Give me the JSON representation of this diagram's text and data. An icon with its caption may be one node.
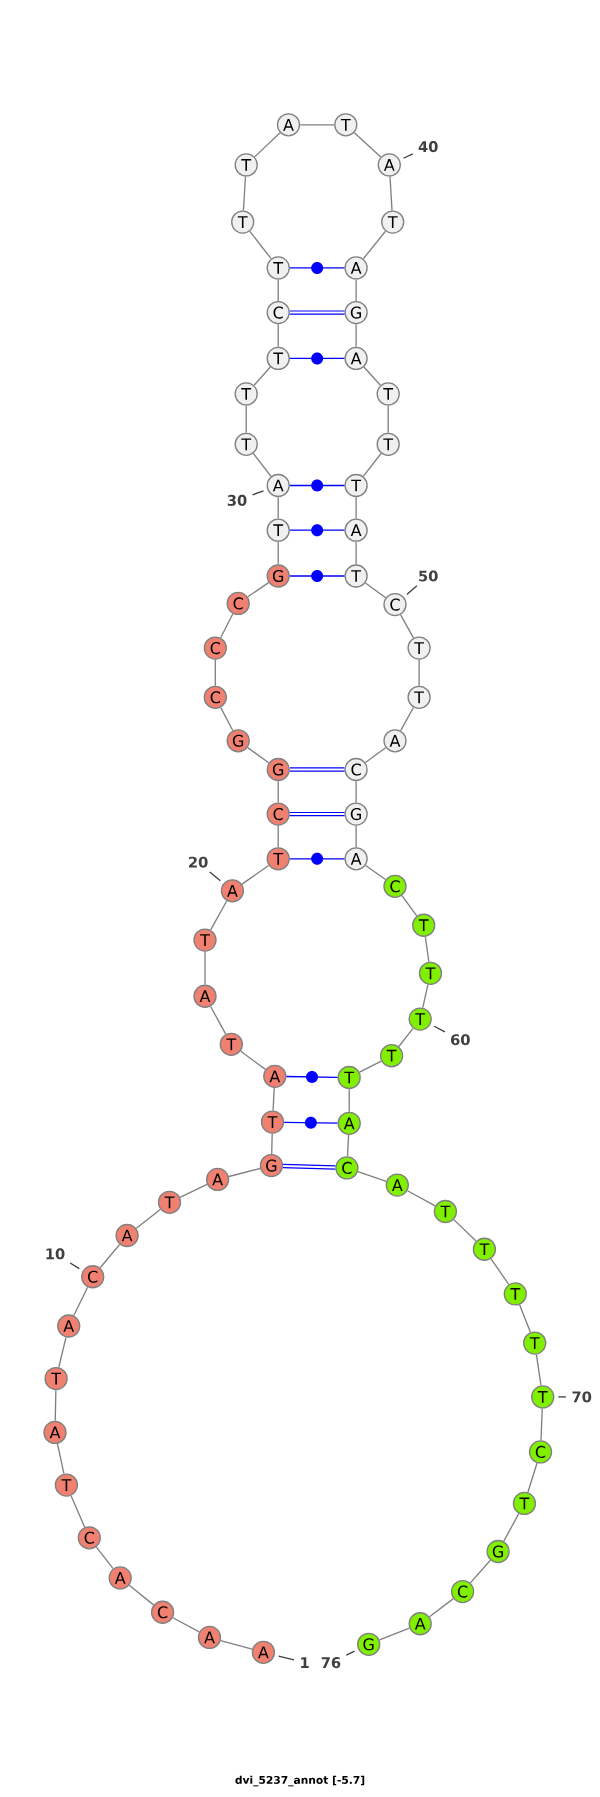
{
  "diagram": {
    "caption": "dvi_5237_annot [-5.7]",
    "nodes": [
      {
        "text": [
          "A"
        ]
      },
      {
        "text": [
          "A"
        ]
      },
      {
        "text": [
          "C"
        ]
      },
      {
        "text": [
          "A"
        ]
      },
      {
        "text": [
          "C"
        ]
      },
      {
        "text": [
          "T"
        ]
      },
      {
        "text": [
          "A"
        ]
      },
      {
        "text": [
          "T"
        ]
      },
      {
        "text": [
          "A"
        ]
      },
      {
        "text": [
          "C"
        ]
      },
      {
        "text": [
          "A"
        ]
      },
      {
        "text": [
          "T"
        ]
      },
      {
        "text": [
          "A"
        ]
      },
      {
        "text": [
          "G"
        ]
      },
      {
        "text": [
          "T"
        ]
      },
      {
        "text": [
          "A"
        ]
      },
      {
        "text": [
          "T"
        ]
      },
      {
        "text": [
          "A"
        ]
      },
      {
        "text": [
          "T"
        ]
      },
      {
        "text": [
          "A"
        ]
      },
      {
        "text": [
          "T"
        ]
      },
      {
        "text": [
          "C"
        ]
      },
      {
        "text": [
          "G"
        ]
      },
      {
        "text": [
          "G"
        ]
      },
      {
        "text": [
          "C"
        ]
      },
      {
        "text": [
          "C"
        ]
      },
      {
        "text": [
          "C"
        ]
      },
      {
        "text": [
          "G"
        ]
      },
      {
        "text": [
          "T"
        ]
      },
      {
        "text": [
          "A"
        ]
      },
      {
        "text": [
          "T"
        ]
      },
      {
        "text": [
          "T"
        ]
      },
      {
        "text": [
          "T"
        ]
      },
      {
        "text": [
          "C"
        ]
      },
      {
        "text": [
          "T"
        ]
      },
      {
        "text": [
          "T"
        ]
      },
      {
        "text": [
          "T"
        ]
      },
      {
        "text": [
          "A"
        ]
      },
      {
        "text": [
          "T"
        ]
      },
      {
        "text": [
          "A"
        ]
      },
      {
        "text": [
          "T"
        ]
      },
      {
        "text": [
          "A"
        ]
      },
      {
        "text": [
          "G"
        ]
      },
      {
        "text": [
          "A"
        ]
      },
      {
        "text": [
          "T"
        ]
      },
      {
        "text": [
          "T"
        ]
      },
      {
        "text": [
          "T"
        ]
      },
      {
        "text": [
          "A"
        ]
      },
      {
        "text": [
          "T"
        ]
      },
      {
        "text": [
          "C"
        ]
      },
      {
        "text": [
          "T"
        ]
      },
      {
        "text": [
          "T"
        ]
      },
      {
        "text": [
          "A"
        ]
      },
      {
        "text": [
          "C"
        ]
      },
      {
        "text": [
          "G"
        ]
      },
      {
        "text": [
          "A"
        ]
      },
      {
        "text": [
          "C"
        ]
      },
      {
        "text": [
          "T"
        ]
      },
      {
        "text": [
          "T"
        ]
      },
      {
        "text": [
          "T"
        ]
      },
      {
        "text": [
          "T"
        ]
      },
      {
        "text": [
          "T"
        ]
      },
      {
        "text": [
          "A"
        ]
      },
      {
        "text": [
          "C"
        ]
      },
      {
        "text": [
          "A"
        ]
      },
      {
        "text": [
          "T"
        ]
      },
      {
        "text": [
          "T"
        ]
      },
      {
        "text": [
          "T"
        ]
      },
      {
        "text": [
          "T"
        ]
      },
      {
        "text": [
          "T"
        ]
      },
      {
        "text": [
          "C"
        ]
      },
      {
        "text": [
          "T"
        ]
      },
      {
        "text": [
          "G"
        ]
      },
      {
        "text": [
          "C"
        ]
      },
      {
        "text": [
          "A"
        ]
      },
      {
        "text": [
          "G"
        ]
      },
      {
        "text": [
          "10"
        ]
      },
      {
        "text": [
          "20"
        ]
      },
      {
        "text": [
          "30"
        ]
      },
      {
        "text": [
          "40"
        ]
      },
      {
        "text": [
          "50"
        ]
      },
      {
        "text": [
          "60"
        ]
      },
      {
        "text": [
          "70"
        ]
      },
      {
        "text": [
          "1"
        ]
      },
      {
        "text": [
          "76"
        ]
      }
    ],
    "edges": [
      {
        "from": 0,
        "to": 1,
        "arrow": "none"
      },
      {
        "from": 1,
        "to": 2,
        "arrow": "none"
      },
      {
        "from": 2,
        "to": 3,
        "arrow": "none"
      },
      {
        "from": 3,
        "to": 4,
        "arrow": "none"
      },
      {
        "from": 4,
        "to": 5,
        "arrow": "none"
      },
      {
        "from": 5,
        "to": 6,
        "arrow": "none"
      },
      {
        "from": 6,
        "to": 7,
        "arrow": "none"
      },
      {
        "from": 7,
        "to": 8,
        "arrow": "none"
      },
      {
        "from": 8,
        "to": 9,
        "arrow": "none"
      },
      {
        "from": 9,
        "to": 10,
        "arrow": "none"
      },
      {
        "from": 10,
        "to": 11,
        "arrow": "none"
      },
      {
        "from": 11,
        "to": 12,
        "arrow": "none"
      },
      {
        "from": 12,
        "to": 13,
        "arrow": "none"
      },
      {
        "from": 13,
        "to": 14,
        "arrow": "none"
      },
      {
        "from": 14,
        "to": 15,
        "arrow": "none"
      },
      {
        "from": 15,
        "to": 16,
        "arrow": "none"
      },
      {
        "from": 16,
        "to": 17,
        "arrow": "none"
      },
      {
        "from": 17,
        "to": 18,
        "arrow": "none"
      },
      {
        "from": 18,
        "to": 19,
        "arrow": "none"
      },
      {
        "from": 19,
        "to": 20,
        "arrow": "none"
      },
      {
        "from": 20,
        "to": 21,
        "arrow": "none"
      },
      {
        "from": 21,
        "to": 22,
        "arrow": "none"
      },
      {
        "from": 22,
        "to": 23,
        "arrow": "none"
      },
      {
        "from": 23,
        "to": 24,
        "arrow": "none"
      },
      {
        "from": 24,
        "to": 25,
        "arrow": "none"
      },
      {
        "from": 25,
        "to": 26,
        "arrow": "none"
      },
      {
        "from": 26,
        "to": 27,
        "arrow": "none"
      },
      {
        "from": 27,
        "to": 28,
        "arrow": "none"
      },
      {
        "from": 28,
        "to": 29,
        "arrow": "none"
      },
      {
        "from": 29,
        "to": 30,
        "arrow": "none"
      },
      {
        "from": 30,
        "to": 31,
        "arrow": "none"
      },
      {
        "from": 31,
        "to": 32,
        "arrow": "none"
      },
      {
        "from": 32,
        "to": 33,
        "arrow": "none"
      },
      {
        "from": 33,
        "to": 34,
        "arrow": "none"
      },
      {
        "from": 34,
        "to": 35,
        "arrow": "none"
      },
      {
        "from": 35,
        "to": 36,
        "arrow": "none"
      },
      {
        "from": 36,
        "to": 37,
        "arrow": "none"
      },
      {
        "from": 37,
        "to": 38,
        "arrow": "none"
      },
      {
        "from": 38,
        "to": 39,
        "arrow": "none"
      },
      {
        "from": 39,
        "to": 40,
        "arrow": "none"
      },
      {
        "from": 40,
        "to": 41,
        "arrow": "none"
      },
      {
        "from": 41,
        "to": 42,
        "arrow": "none"
      },
      {
        "from": 42,
        "to": 43,
        "arrow": "none"
      },
      {
        "from": 43,
        "to": 44,
        "arrow": "none"
      },
      {
        "from": 44,
        "to": 45,
        "arrow": "none"
      },
      {
        "from": 45,
        "to": 46,
        "arrow": "none"
      },
      {
        "from": 46,
        "to": 47,
        "arrow": "none"
      },
      {
        "from": 47,
        "to": 48,
        "arrow": "none"
      },
      {
        "from": 48,
        "to": 49,
        "arrow": "none"
      },
      {
        "from": 49,
        "to": 50,
        "arrow": "none"
      },
      {
        "from": 50,
        "to": 51,
        "arrow": "none"
      },
      {
        "from": 51,
        "to": 52,
        "arrow": "none"
      },
      {
        "from": 52,
        "to": 53,
        "arrow": "none"
      },
      {
        "from": 53,
        "to": 54,
        "arrow": "none"
      },
      {
        "from": 54,
        "to": 55,
        "arrow": "none"
      },
      {
        "from": 55,
        "to": 56,
        "arrow": "none"
      },
      {
        "from": 56,
        "to": 57,
        "arrow": "none"
      },
      {
        "from": 57,
        "to": 58,
        "arrow": "none"
      },
      {
        "from": 58,
        "to": 59,
        "arrow": "none"
      },
      {
        "from": 59,
        "to": 60,
        "arrow": "none"
      },
      {
        "from": 60,
        "to": 61,
        "arrow": "none"
      },
      {
        "from": 61,
        "to": 62,
        "arrow": "none"
      },
      {
        "from": 62,
        "to": 63,
        "arrow": "none"
      },
      {
        "from": 63,
        "to": 64,
        "arrow": "none"
      },
      {
        "from": 64,
        "to": 65,
        "arrow": "none"
      },
      {
        "from": 65,
        "to": 66,
        "arrow": "none"
      },
      {
        "from": 66,
        "to": 67,
        "arrow": "none"
      },
      {
        "from": 67,
        "to": 68,
        "arrow": "none"
      },
      {
        "from": 68,
        "to": 69,
        "arrow": "none"
      },
      {
        "from": 69,
        "to": 70,
        "arrow": "none"
      },
      {
        "from": 70,
        "to": 71,
        "arrow": "none"
      },
      {
        "from": 71,
        "to": 72,
        "arrow": "none"
      },
      {
        "from": 72,
        "to": 73,
        "arrow": "none"
      },
      {
        "from": 73,
        "to": 74,
        "arrow": "none"
      },
      {
        "from": 74,
        "to": 75,
        "arrow": "none"
      },
      {
        "from": 13,
        "to": 63,
        "arrow": "none",
        "style": "thick",
        "color": "#0000ff"
      },
      {
        "from": 14,
        "to": 62,
        "arrow": "none",
        "color": "#0000ff"
      },
      {
        "from": 15,
        "to": 61,
        "arrow": "none",
        "color": "#0000ff"
      },
      {
        "from": 20,
        "to": 55,
        "arrow": "none",
        "color": "#0000ff"
      },
      {
        "from": 21,
        "to": 54,
        "arrow": "none",
        "style": "thick",
        "color": "#0000ff"
      },
      {
        "from": 22,
        "to": 53,
        "arrow": "none",
        "style": "thick",
        "color": "#0000ff"
      },
      {
        "from": 27,
        "to": 48,
        "arrow": "none",
        "color": "#0000ff"
      },
      {
        "from": 28,
        "to": 47,
        "arrow": "none",
        "color": "#0000ff"
      },
      {
        "from": 29,
        "to": 46,
        "arrow": "none",
        "color": "#0000ff"
      },
      {
        "from": 32,
        "to": 43,
        "arrow": "none",
        "color": "#0000ff"
      },
      {
        "from": 33,
        "to": 42,
        "arrow": "none",
        "style": "thick",
        "color": "#0000ff"
      },
      {
        "from": 34,
        "to": 41,
        "arrow": "none",
        "color": "#0000ff"
      },
      {
        "from": 76,
        "to": 9,
        "arrow": "none"
      },
      {
        "from": 77,
        "to": 19,
        "arrow": "none"
      },
      {
        "from": 78,
        "to": 29,
        "arrow": "none"
      },
      {
        "from": 79,
        "to": 39,
        "arrow": "none"
      },
      {
        "from": 80,
        "to": 49,
        "arrow": "none"
      },
      {
        "from": 81,
        "to": 59,
        "arrow": "none"
      },
      {
        "from": 82,
        "to": 69,
        "arrow": "none"
      },
      {
        "from": 83,
        "to": 0,
        "arrow": "none"
      },
      {
        "from": 84,
        "to": 75,
        "arrow": "none"
      }
    ]
  }
}
